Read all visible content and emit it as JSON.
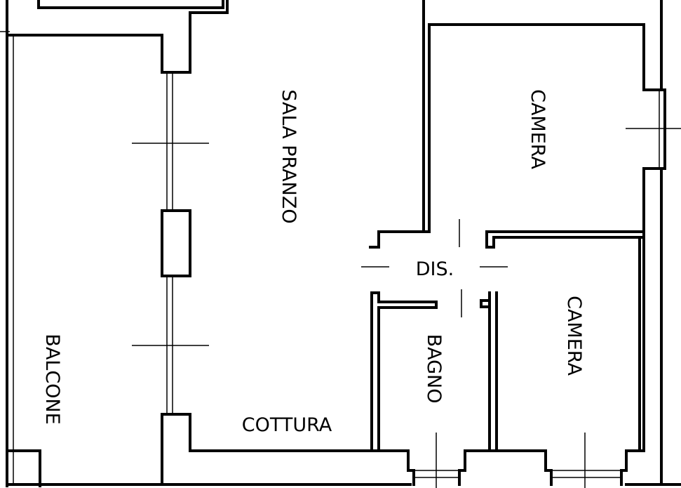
{
  "plan": {
    "rooms": {
      "sala_pranzo": "SALA PRANZO",
      "camera_top": "CAMERA",
      "camera_bottom": "CAMERA",
      "dis": "DIS.",
      "bagno": "BAGNO",
      "cottura": "COTTURA",
      "balcone": "BALCONE"
    },
    "colors": {
      "ink": "#000000",
      "paper": "#ffffff"
    }
  }
}
